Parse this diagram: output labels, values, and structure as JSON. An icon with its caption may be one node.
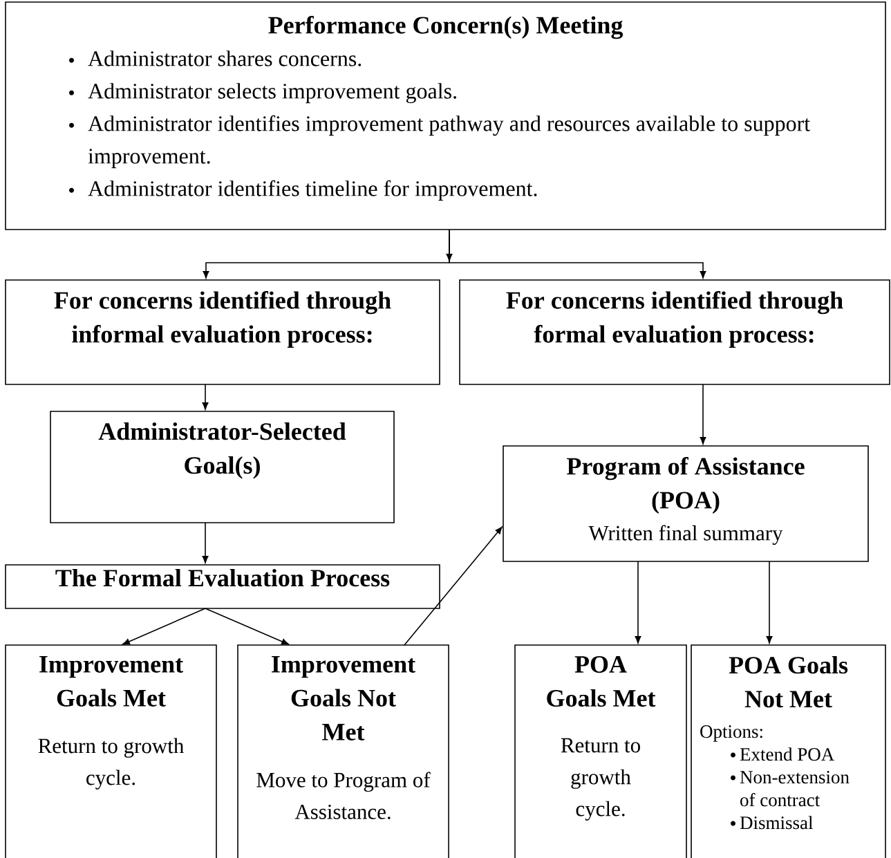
{
  "diagram": {
    "nodes": [
      {
        "text": [
          "Performance Concern(s) Meeting",
          "Administrator shares concerns.",
          "Administrator selects improvement goals.",
          "Administrator identifies improvement pathway and resources available to support improvement.",
          "Administrator identifies timeline for improvement."
        ]
      },
      {
        "text": [
          "For concerns identified through informal evaluation process:"
        ]
      },
      {
        "text": [
          "For concerns identified through formal evaluation process:"
        ]
      },
      {
        "text": [
          "Administrator-Selected Goal(s)"
        ]
      },
      {
        "text": [
          "Program of Assistance (POA)",
          "Written final summary"
        ]
      },
      {
        "text": [
          "The Formal Evaluation Process"
        ]
      },
      {
        "text": [
          "Improvement Goals Met",
          "Return to growth cycle."
        ]
      },
      {
        "text": [
          "Improvement Goals Not Met",
          "Move to Program of Assistance."
        ]
      },
      {
        "text": [
          "POA Goals Met",
          "Return to growth cycle."
        ]
      },
      {
        "text": [
          "POA Goals Not Met",
          "Options:",
          "Extend POA",
          "Non-extension of contract",
          "Dismissal"
        ]
      }
    ],
    "edges": [
      {
        "from": 0,
        "to": 1,
        "arrow": "to"
      },
      {
        "from": 0,
        "to": 2,
        "arrow": "to"
      },
      {
        "from": 1,
        "to": 3,
        "arrow": "to"
      },
      {
        "from": 3,
        "to": 5,
        "arrow": "to"
      },
      {
        "from": 5,
        "to": 6,
        "arrow": "to"
      },
      {
        "from": 5,
        "to": 7,
        "arrow": "to"
      },
      {
        "from": 7,
        "to": 4,
        "arrow": "to"
      },
      {
        "from": 2,
        "to": 4,
        "arrow": "to"
      },
      {
        "from": 4,
        "to": 8,
        "arrow": "to"
      },
      {
        "from": 4,
        "to": 9,
        "arrow": "to"
      }
    ]
  }
}
